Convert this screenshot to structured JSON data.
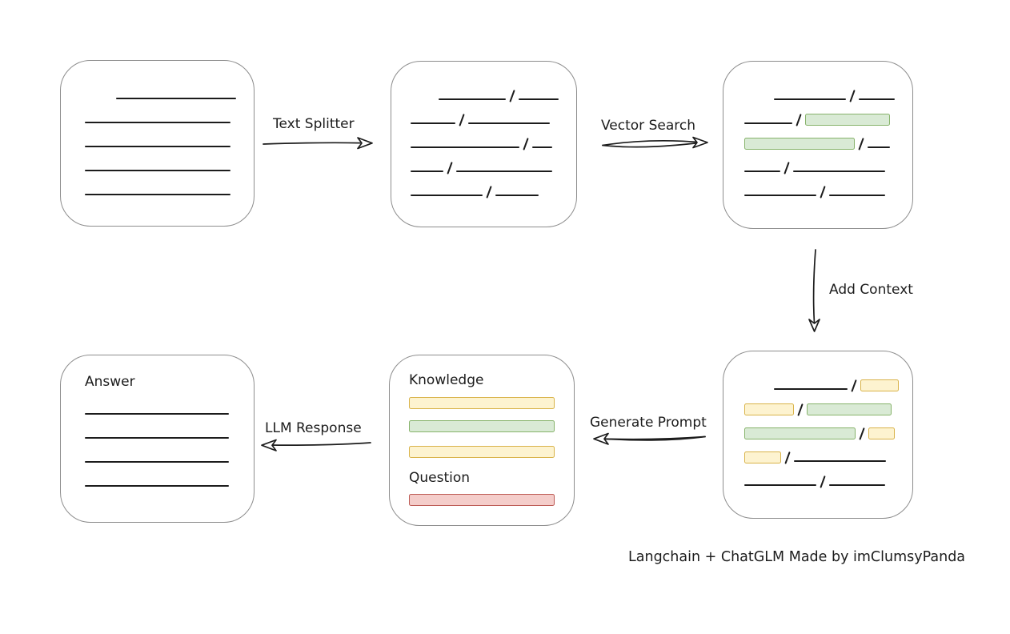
{
  "colors": {
    "green_fill": "#d9ead5",
    "green_stroke": "#87b36b",
    "yellow_fill": "#fdf3d0",
    "yellow_stroke": "#d9b34a",
    "red_fill": "#f4cdca",
    "red_stroke": "#bd5b55",
    "node_stroke": "#8d8d8d",
    "ink": "#1c1c1c"
  },
  "labels": {
    "text_splitter": "Text Splitter",
    "vector_search": "Vector Search",
    "add_context": "Add Context",
    "generate_prompt": "Generate Prompt",
    "llm_response": "LLM Response",
    "caption": "Langchain + ChatGLM Made by imClumsyPanda"
  },
  "boxes": {
    "document": {
      "rows": [
        [
          {
            "t": "indent",
            "w": 32
          },
          {
            "t": "line",
            "w": 150
          }
        ],
        [
          {
            "t": "line",
            "w": 182
          }
        ],
        [
          {
            "t": "line",
            "w": 182
          }
        ],
        [
          {
            "t": "line",
            "w": 182
          }
        ],
        [
          {
            "t": "line",
            "w": 182
          }
        ]
      ]
    },
    "split_chunks": {
      "rows": [
        [
          {
            "t": "indent",
            "w": 28
          },
          {
            "t": "line",
            "w": 84
          },
          {
            "t": "slash"
          },
          {
            "t": "line",
            "w": 50
          }
        ],
        [
          {
            "t": "line",
            "w": 56
          },
          {
            "t": "slash"
          },
          {
            "t": "line",
            "w": 102
          }
        ],
        [
          {
            "t": "line",
            "w": 136
          },
          {
            "t": "slash"
          },
          {
            "t": "line",
            "w": 25
          }
        ],
        [
          {
            "t": "line",
            "w": 41
          },
          {
            "t": "slash"
          },
          {
            "t": "line",
            "w": 120
          }
        ],
        [
          {
            "t": "line",
            "w": 90
          },
          {
            "t": "slash"
          },
          {
            "t": "line",
            "w": 54
          }
        ]
      ]
    },
    "matched_chunks": {
      "rows": [
        [
          {
            "t": "indent",
            "w": 30
          },
          {
            "t": "line",
            "w": 90
          },
          {
            "t": "slash"
          },
          {
            "t": "line",
            "w": 45
          }
        ],
        [
          {
            "t": "line",
            "w": 60
          },
          {
            "t": "slash"
          },
          {
            "t": "chip",
            "c": "green",
            "w": 106
          }
        ],
        [
          {
            "t": "chip",
            "c": "green",
            "w": 138
          },
          {
            "t": "slash"
          },
          {
            "t": "line",
            "w": 28
          }
        ],
        [
          {
            "t": "line",
            "w": 45
          },
          {
            "t": "slash"
          },
          {
            "t": "line",
            "w": 115
          }
        ],
        [
          {
            "t": "line",
            "w": 90
          },
          {
            "t": "slash"
          },
          {
            "t": "line",
            "w": 70
          }
        ]
      ]
    },
    "context_chunks": {
      "rows": [
        [
          {
            "t": "indent",
            "w": 30
          },
          {
            "t": "line",
            "w": 92
          },
          {
            "t": "slash"
          },
          {
            "t": "chip",
            "c": "yellow",
            "w": 48
          }
        ],
        [
          {
            "t": "chip",
            "c": "yellow",
            "w": 62
          },
          {
            "t": "slash"
          },
          {
            "t": "chip",
            "c": "green",
            "w": 106
          }
        ],
        [
          {
            "t": "chip",
            "c": "green",
            "w": 139
          },
          {
            "t": "slash"
          },
          {
            "t": "chip",
            "c": "yellow",
            "w": 33
          }
        ],
        [
          {
            "t": "chip",
            "c": "yellow",
            "w": 46
          },
          {
            "t": "slash"
          },
          {
            "t": "line",
            "w": 115
          }
        ],
        [
          {
            "t": "line",
            "w": 90
          },
          {
            "t": "slash"
          },
          {
            "t": "line",
            "w": 70
          }
        ]
      ]
    },
    "prompt": {
      "knowledge_label": "Knowledge",
      "question_label": "Question",
      "knowledge_bars": [
        "yellow",
        "green",
        "yellow"
      ],
      "question_bars": [
        "red"
      ]
    },
    "answer": {
      "label": "Answer",
      "rows": [
        [
          {
            "t": "line",
            "w": 180
          }
        ],
        [
          {
            "t": "line",
            "w": 180
          }
        ],
        [
          {
            "t": "line",
            "w": 180
          }
        ],
        [
          {
            "t": "line",
            "w": 180
          }
        ]
      ]
    }
  }
}
